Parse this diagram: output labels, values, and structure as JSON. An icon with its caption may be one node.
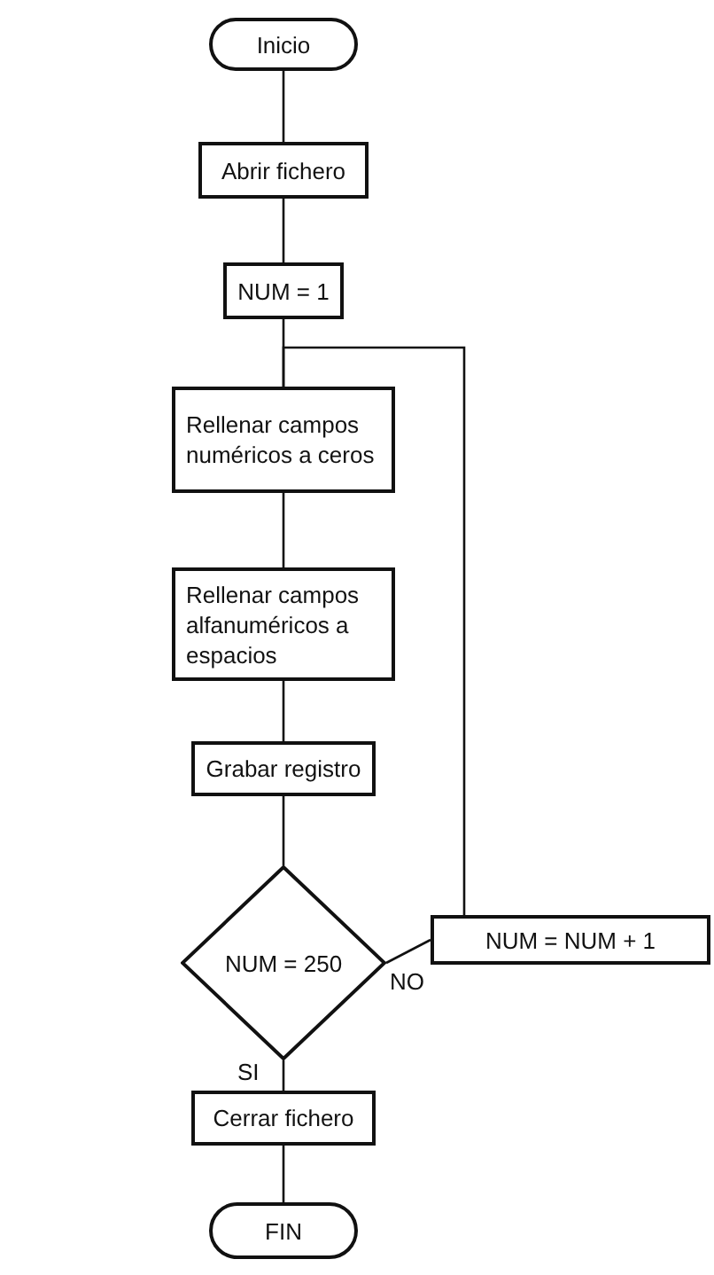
{
  "diagram": {
    "nodes": [
      {
        "text": [
          "Inicio"
        ]
      },
      {
        "text": [
          "Abrir fichero"
        ]
      },
      {
        "text": [
          "NUM = 1"
        ]
      },
      {
        "text": [
          "Rellenar campos numéricos a ceros"
        ]
      },
      {
        "text": [
          "Rellenar campos alfanuméricos a espacios"
        ]
      },
      {
        "text": [
          "Grabar registro"
        ]
      },
      {
        "text": [
          "NUM = 250"
        ]
      },
      {
        "text": [
          "NUM = NUM + 1"
        ]
      },
      {
        "text": [
          "Cerrar fichero"
        ]
      },
      {
        "text": [
          "FIN"
        ]
      }
    ],
    "edges": [
      {
        "from": 0,
        "to": 1,
        "arrow": "none"
      },
      {
        "from": 1,
        "to": 2,
        "arrow": "none"
      },
      {
        "from": 2,
        "to": 3,
        "arrow": "none"
      },
      {
        "from": 3,
        "to": 4,
        "arrow": "none"
      },
      {
        "from": 4,
        "to": 5,
        "arrow": "none"
      },
      {
        "from": 5,
        "to": 6,
        "arrow": "none"
      },
      {
        "from": 6,
        "to": 7,
        "label": "NO",
        "arrow": "none"
      },
      {
        "from": 7,
        "to": 3,
        "arrow": "none"
      },
      {
        "from": 6,
        "to": 8,
        "label": "SI",
        "arrow": "none"
      },
      {
        "from": 8,
        "to": 9,
        "arrow": "none"
      }
    ]
  }
}
